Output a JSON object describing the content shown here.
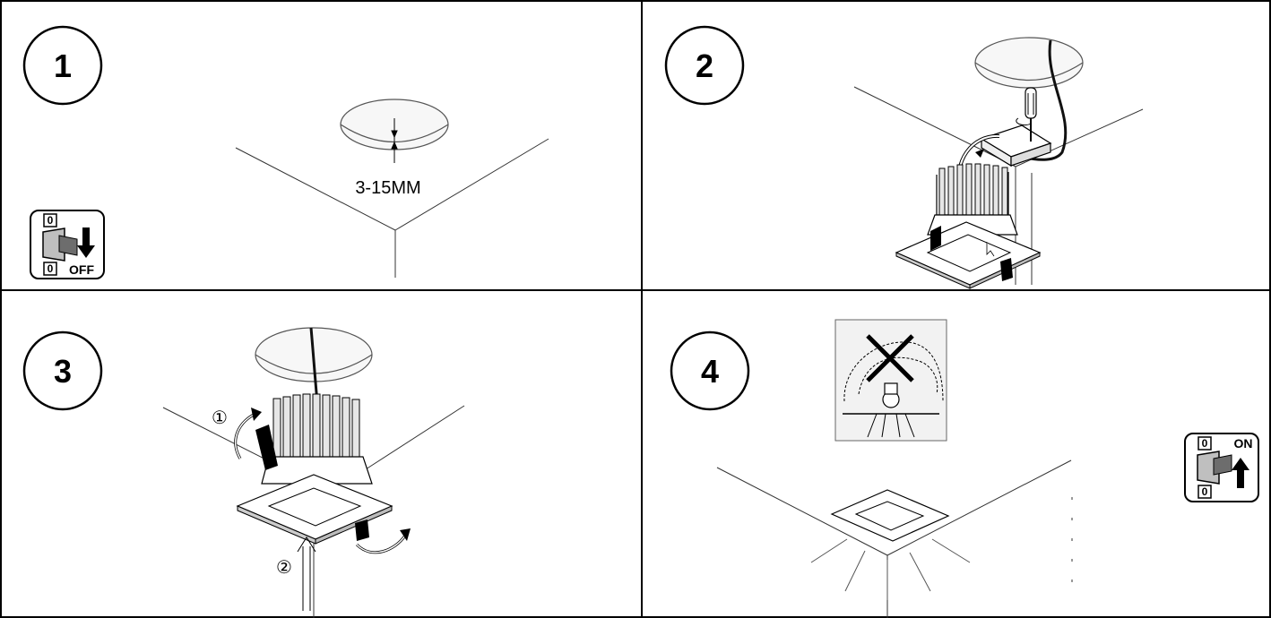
{
  "steps": [
    {
      "number": "1",
      "label": "3-15MM"
    },
    {
      "number": "2"
    },
    {
      "number": "3",
      "callouts": [
        "①",
        "②"
      ]
    },
    {
      "number": "4"
    }
  ],
  "switch_off": {
    "top_digit": "0",
    "bottom_digit": "0",
    "label": "OFF"
  },
  "switch_on": {
    "top_digit": "0",
    "bottom_digit": "0",
    "label": "ON"
  },
  "icons": [
    "power-off-switch-icon",
    "power-on-switch-icon",
    "no-insulation-cover-icon",
    "screwdriver-icon"
  ],
  "colors": {
    "line": "#000000",
    "panel_border": "#000000",
    "fin_gray": "#d9d9d9",
    "warning_bg": "#f2f2f2"
  }
}
